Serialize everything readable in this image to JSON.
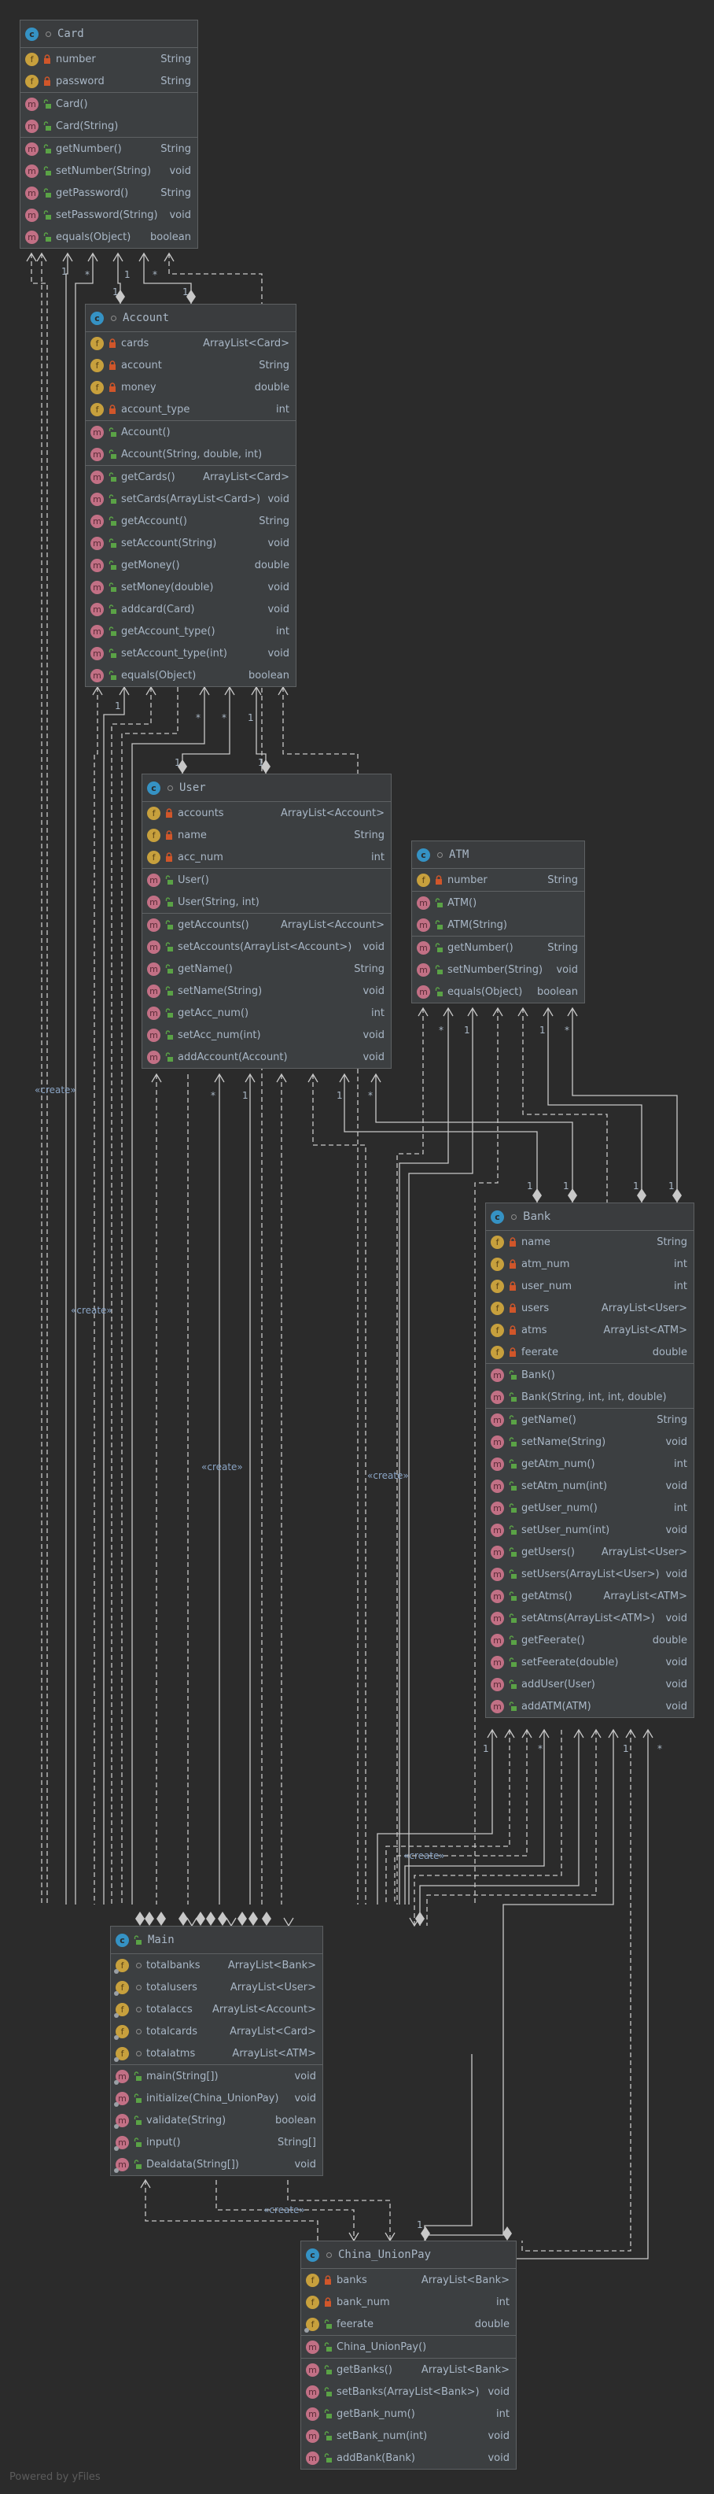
{
  "footer": {
    "powered_by": "Powered by yFiles"
  },
  "stereotype_label": "«create»",
  "classes": {
    "card": {
      "name": "Card",
      "fields": [
        {
          "name": "number",
          "type": "String",
          "visibility": "private"
        },
        {
          "name": "password",
          "type": "String",
          "visibility": "private"
        }
      ],
      "constructors": [
        {
          "name": "Card()",
          "type": ""
        },
        {
          "name": "Card(String)",
          "type": ""
        }
      ],
      "methods": [
        {
          "name": "getNumber()",
          "type": "String"
        },
        {
          "name": "setNumber(String)",
          "type": "void"
        },
        {
          "name": "getPassword()",
          "type": "String"
        },
        {
          "name": "setPassword(String)",
          "type": "void"
        },
        {
          "name": "equals(Object)",
          "type": "boolean"
        }
      ]
    },
    "account": {
      "name": "Account",
      "fields": [
        {
          "name": "cards",
          "type": "ArrayList<Card>",
          "visibility": "private"
        },
        {
          "name": "account",
          "type": "String",
          "visibility": "private"
        },
        {
          "name": "money",
          "type": "double",
          "visibility": "private"
        },
        {
          "name": "account_type",
          "type": "int",
          "visibility": "private"
        }
      ],
      "constructors": [
        {
          "name": "Account()",
          "type": ""
        },
        {
          "name": "Account(String, double, int)",
          "type": ""
        }
      ],
      "methods": [
        {
          "name": "getCards()",
          "type": "ArrayList<Card>"
        },
        {
          "name": "setCards(ArrayList<Card>)",
          "type": "void"
        },
        {
          "name": "getAccount()",
          "type": "String"
        },
        {
          "name": "setAccount(String)",
          "type": "void"
        },
        {
          "name": "getMoney()",
          "type": "double"
        },
        {
          "name": "setMoney(double)",
          "type": "void"
        },
        {
          "name": "addcard(Card)",
          "type": "void"
        },
        {
          "name": "getAccount_type()",
          "type": "int"
        },
        {
          "name": "setAccount_type(int)",
          "type": "void"
        },
        {
          "name": "equals(Object)",
          "type": "boolean"
        }
      ]
    },
    "user": {
      "name": "User",
      "fields": [
        {
          "name": "accounts",
          "type": "ArrayList<Account>",
          "visibility": "private"
        },
        {
          "name": "name",
          "type": "String",
          "visibility": "private"
        },
        {
          "name": "acc_num",
          "type": "int",
          "visibility": "private"
        }
      ],
      "constructors": [
        {
          "name": "User()",
          "type": ""
        },
        {
          "name": "User(String, int)",
          "type": ""
        }
      ],
      "methods": [
        {
          "name": "getAccounts()",
          "type": "ArrayList<Account>"
        },
        {
          "name": "setAccounts(ArrayList<Account>)",
          "type": "void"
        },
        {
          "name": "getName()",
          "type": "String"
        },
        {
          "name": "setName(String)",
          "type": "void"
        },
        {
          "name": "getAcc_num()",
          "type": "int"
        },
        {
          "name": "setAcc_num(int)",
          "type": "void"
        },
        {
          "name": "addAccount(Account)",
          "type": "void"
        }
      ]
    },
    "atm": {
      "name": "ATM",
      "fields": [
        {
          "name": "number",
          "type": "String",
          "visibility": "private"
        }
      ],
      "constructors": [
        {
          "name": "ATM()",
          "type": ""
        },
        {
          "name": "ATM(String)",
          "type": ""
        }
      ],
      "methods": [
        {
          "name": "getNumber()",
          "type": "String"
        },
        {
          "name": "setNumber(String)",
          "type": "void"
        },
        {
          "name": "equals(Object)",
          "type": "boolean"
        }
      ]
    },
    "bank": {
      "name": "Bank",
      "fields": [
        {
          "name": "name",
          "type": "String",
          "visibility": "private"
        },
        {
          "name": "atm_num",
          "type": "int",
          "visibility": "private"
        },
        {
          "name": "user_num",
          "type": "int",
          "visibility": "private"
        },
        {
          "name": "users",
          "type": "ArrayList<User>",
          "visibility": "private"
        },
        {
          "name": "atms",
          "type": "ArrayList<ATM>",
          "visibility": "private"
        },
        {
          "name": "feerate",
          "type": "double",
          "visibility": "private"
        }
      ],
      "constructors": [
        {
          "name": "Bank()",
          "type": ""
        },
        {
          "name": "Bank(String, int, int, double)",
          "type": ""
        }
      ],
      "methods": [
        {
          "name": "getName()",
          "type": "String"
        },
        {
          "name": "setName(String)",
          "type": "void"
        },
        {
          "name": "getAtm_num()",
          "type": "int"
        },
        {
          "name": "setAtm_num(int)",
          "type": "void"
        },
        {
          "name": "getUser_num()",
          "type": "int"
        },
        {
          "name": "setUser_num(int)",
          "type": "void"
        },
        {
          "name": "getUsers()",
          "type": "ArrayList<User>"
        },
        {
          "name": "setUsers(ArrayList<User>)",
          "type": "void"
        },
        {
          "name": "getAtms()",
          "type": "ArrayList<ATM>"
        },
        {
          "name": "setAtms(ArrayList<ATM>)",
          "type": "void"
        },
        {
          "name": "getFeerate()",
          "type": "double"
        },
        {
          "name": "setFeerate(double)",
          "type": "void"
        },
        {
          "name": "addUser(User)",
          "type": "void"
        },
        {
          "name": "addATM(ATM)",
          "type": "void"
        }
      ]
    },
    "main": {
      "name": "Main",
      "fields": [
        {
          "name": "totalbanks",
          "type": "ArrayList<Bank>",
          "visibility": "package-static"
        },
        {
          "name": "totalusers",
          "type": "ArrayList<User>",
          "visibility": "package-static"
        },
        {
          "name": "totalaccs",
          "type": "ArrayList<Account>",
          "visibility": "package-static"
        },
        {
          "name": "totalcards",
          "type": "ArrayList<Card>",
          "visibility": "package-static"
        },
        {
          "name": "totalatms",
          "type": "ArrayList<ATM>",
          "visibility": "package-static"
        }
      ],
      "methods": [
        {
          "name": "main(String[])",
          "type": "void"
        },
        {
          "name": "initialize(China_UnionPay)",
          "type": "void"
        },
        {
          "name": "validate(String)",
          "type": "boolean"
        },
        {
          "name": "input()",
          "type": "String[]"
        },
        {
          "name": "Dealdata(String[])",
          "type": "void"
        }
      ]
    },
    "china_unionpay": {
      "name": "China_UnionPay",
      "fields": [
        {
          "name": "banks",
          "type": "ArrayList<Bank>",
          "visibility": "private"
        },
        {
          "name": "bank_num",
          "type": "int",
          "visibility": "private"
        },
        {
          "name": "feerate",
          "type": "double",
          "visibility": "public-static"
        }
      ],
      "constructors": [
        {
          "name": "China_UnionPay()",
          "type": ""
        }
      ],
      "methods": [
        {
          "name": "getBanks()",
          "type": "ArrayList<Bank>"
        },
        {
          "name": "setBanks(ArrayList<Bank>)",
          "type": "void"
        },
        {
          "name": "getBank_num()",
          "type": "int"
        },
        {
          "name": "setBank_num(int)",
          "type": "void"
        },
        {
          "name": "addBank(Bank)",
          "type": "void"
        }
      ]
    }
  },
  "multiplicities": {
    "one": "1",
    "many": "*"
  },
  "colors": {
    "background": "#2b2b2b",
    "box": "#3c3f41",
    "text": "#a9b7c6",
    "class_icon": "#3592c4",
    "field_icon": "#c7a03d",
    "method_icon": "#c27085",
    "private_lock": "#d0562a",
    "public_lock": "#5aa246",
    "edge": "#c8c8c8",
    "stereotype": "#8aa4c4"
  }
}
